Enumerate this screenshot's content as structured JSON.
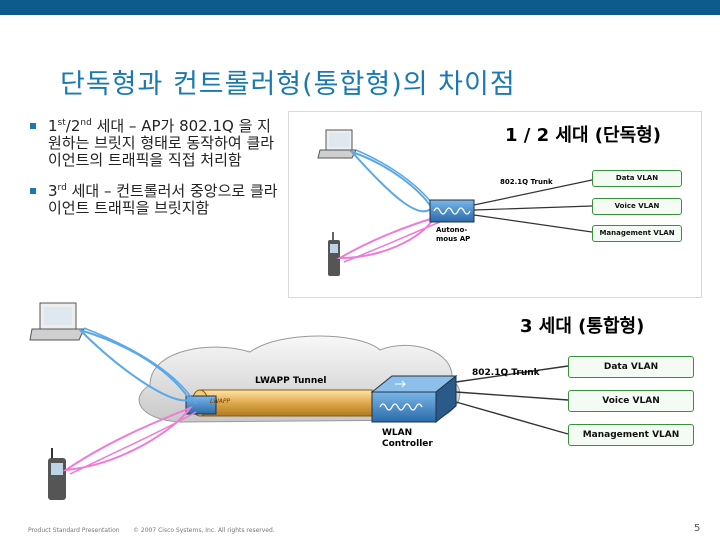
{
  "title": "단독형과 컨트롤러형(통합형)의 차이점",
  "bullets": [
    {
      "pre": "1",
      "sup1": "st",
      "mid": "/2",
      "sup2": "nd",
      "text": " 세대 – AP가 802.1Q 을 지원하는 브릿지 형태로 동작하여 클라이언트의 트래픽을 직접 처리함"
    },
    {
      "pre": "3",
      "sup1": "rd",
      "text": " 세대 – 컨트롤러서 중앙으로 클라이언트 트래픽을 브릿지함"
    }
  ],
  "panel1": {
    "label": "1 / 2 세대 (단독형)",
    "trunk": "802.1Q Trunk",
    "ap_line1": "Autono-",
    "ap_line2": "mous AP",
    "vlans": [
      "Data VLAN",
      "Voice VLAN",
      "Management VLAN"
    ]
  },
  "panel2": {
    "label": "3 세대 (통합형)",
    "tunnel": "LWAPP Tunnel",
    "lwapp_tag": "LWAPP",
    "trunk": "802.1Q Trunk",
    "controller_line1": "WLAN",
    "controller_line2": "Controller",
    "vlans": [
      "Data VLAN",
      "Voice VLAN",
      "Management VLAN"
    ]
  },
  "footer": {
    "left": "Product Standard Presentation",
    "center": "© 2007 Cisco Systems, Inc. All rights reserved.",
    "page": "5"
  },
  "colors": {
    "title": "#1a7ab0",
    "topbar": "#0d5a8c",
    "blue_signal": "#5aa8e8",
    "pink_signal": "#f07ad8",
    "vlan_border": "#3a8f3a"
  }
}
